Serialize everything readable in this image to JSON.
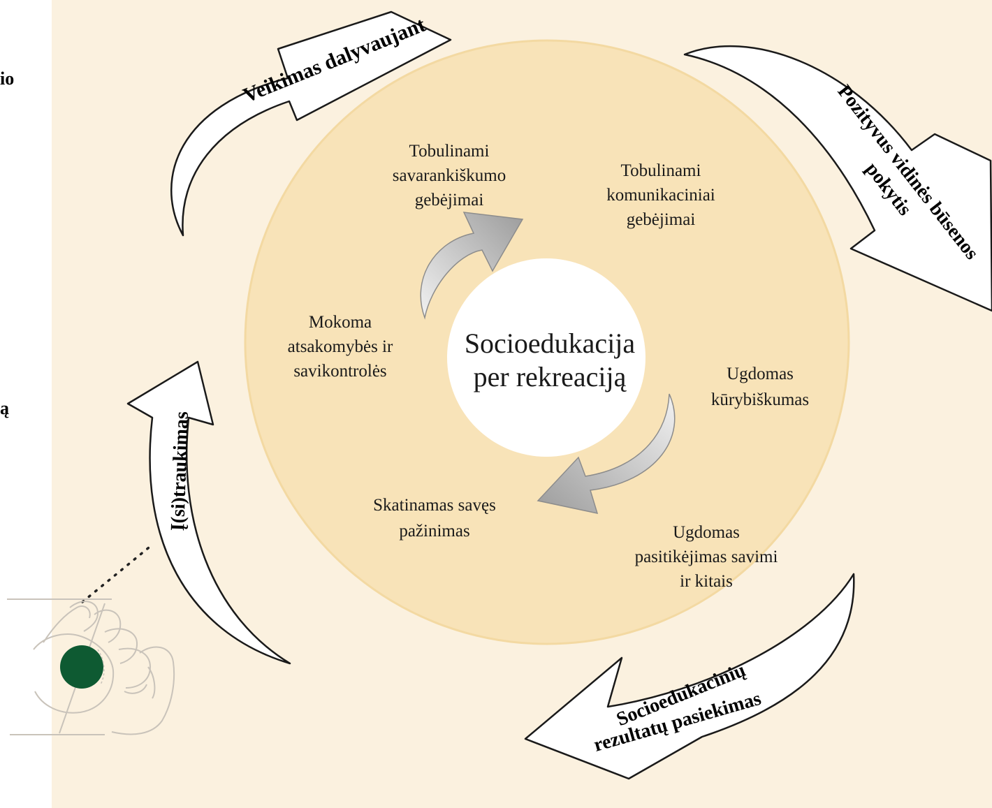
{
  "colors": {
    "panel": "#fbf1df",
    "ring": "#f8e3b8",
    "ring_edge": "#f3d9a2",
    "center": "#ffffff",
    "big_arrow_fill": "#ffffff",
    "big_arrow_stroke": "#1a1a1a",
    "inner_arrow_light": "#f2f2f2",
    "inner_arrow_dark": "#9c9c9c",
    "ball": "#0e5a32"
  },
  "cropped_left_text": [
    "io",
    "ą"
  ],
  "center_title": [
    "Socioedukacija",
    "per rekreaciją"
  ],
  "ring_items": {
    "savarankiskumas": [
      "Tobulinami",
      "savarankiškumo",
      "gebėjimai"
    ],
    "komunikacija": [
      "Tobulinami",
      "komunikaciniai",
      "gebėjimai"
    ],
    "atsakomybe": [
      "Mokoma",
      "atsakomybės ir",
      "savikontrolės"
    ],
    "kurybiskumas": [
      "Ugdomas",
      "kūrybiškumas"
    ],
    "saves_pazinimas": [
      "Skatinamas savęs",
      "pažinimas"
    ],
    "pasitikejimas": [
      "Ugdomas",
      "pasitikėjimas savimi",
      "ir kitais"
    ]
  },
  "cycle_arrows": {
    "top_left": "Veikimas dalyvaujant",
    "top_right_line1": "Pozityvus vidinės būsenos",
    "top_right_line2": "pokytis",
    "bottom_right_line1": "Socioedukacinių",
    "bottom_right_line2": "rezultatų pasiekimas",
    "left": "Į(si)traukimas"
  },
  "icons": {
    "hand": "hand-holding-ball-icon",
    "ball": "green-ball-icon"
  }
}
